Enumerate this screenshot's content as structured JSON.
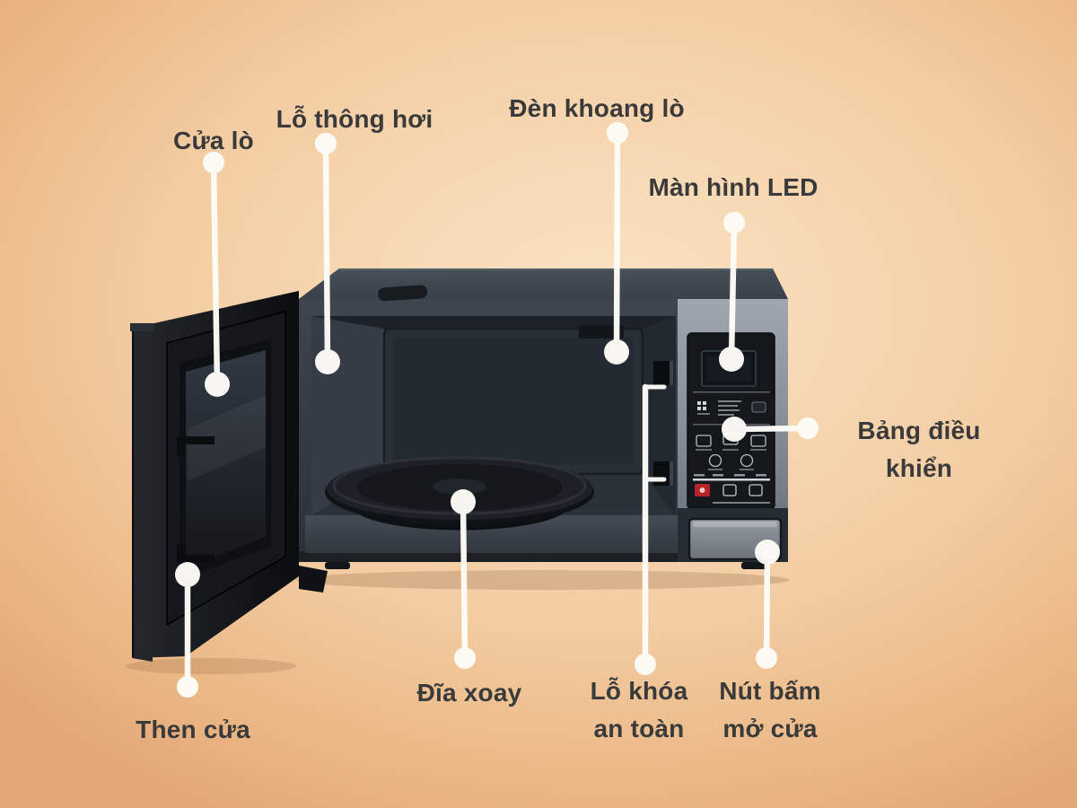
{
  "diagram": {
    "subject": "microwave-oven-open-door",
    "labels": {
      "door": {
        "text": "Cửa lò"
      },
      "vent": {
        "text": "Lỗ thông hơi"
      },
      "lamp": {
        "text": "Đèn khoang lò"
      },
      "led_display": {
        "text": "Màn hình LED"
      },
      "control_panel turntable": {
        "text": ""
      },
      "control_panel": {
        "text": "Bảng điều khiển"
      },
      "turntable": {
        "text": "Đĩa xoay"
      },
      "safety_lock": {
        "text": "Lỗ khóa\nan toàn"
      },
      "open_button": {
        "text": "Nút bấm\nmở cửa"
      },
      "door_latch": {
        "text": "Then cửa"
      }
    }
  },
  "colors": {
    "background_center": "#fae3c4",
    "background_edge": "#e3a878",
    "label_text": "#3a3a3a",
    "leader_line": "#fffdf8",
    "body_charcoal": "#363d46",
    "panel_gray": "#8d949d",
    "stop_key_red": "#b5242b"
  }
}
